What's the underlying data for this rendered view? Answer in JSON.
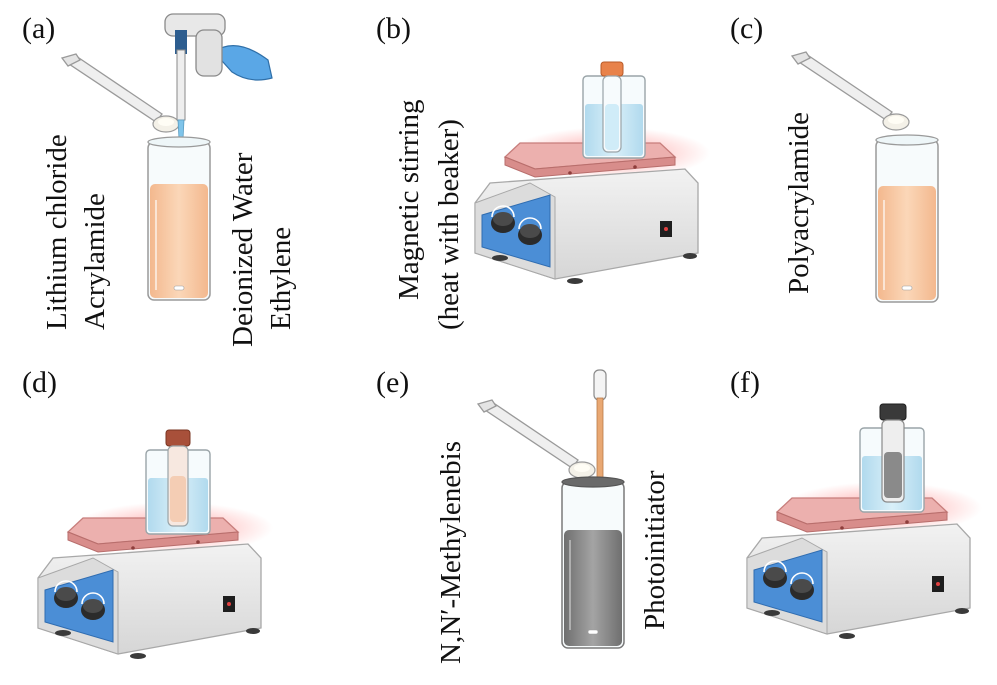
{
  "panels": {
    "a": {
      "label": "(a)",
      "text_left_1": "Lithium chloride",
      "text_left_2": "Acrylamide",
      "text_right_1": "Deionized Water",
      "text_right_2": "Ethylene"
    },
    "b": {
      "label": "(b)",
      "text_1": "Magnetic stirring",
      "text_2": "(heat with beaker)"
    },
    "c": {
      "label": "(c)",
      "text_1": "Polyacrylamide"
    },
    "d": {
      "label": "(d)"
    },
    "e": {
      "label": "(e)",
      "text_left": "N,N′-Methylenebis",
      "text_right": "Photoinitiator"
    },
    "f": {
      "label": "(f)"
    }
  },
  "colors": {
    "liquid_peach": "#f8c9a0",
    "water_blue": "#bfe3f2",
    "gel_gray": "#8c8c8c",
    "hotplate_top": "#e8a6a4",
    "hotplate_glow": "#ff6a6a",
    "panel_blue": "#4a8fd6",
    "body_gray": "#e9e9e9",
    "glove_blue": "#5aa7e6"
  }
}
